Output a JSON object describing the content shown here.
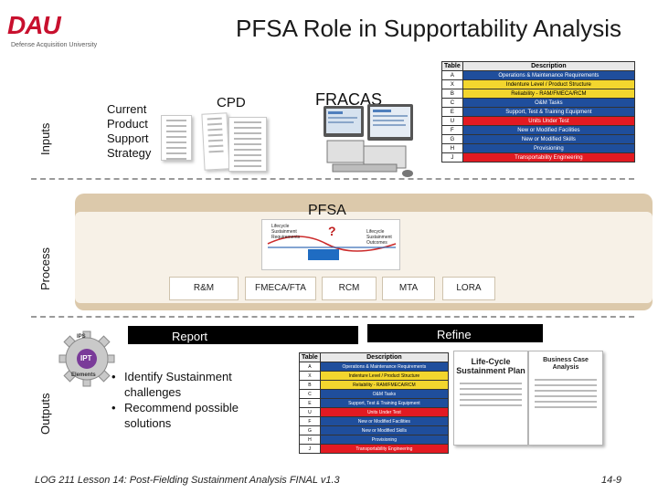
{
  "logo": {
    "mark": "DAU",
    "subtitle": "Defense Acquisition University"
  },
  "title": "PFSA Role in Supportability Analysis",
  "side_labels": {
    "inputs": "Inputs",
    "process": "Process",
    "outputs": "Outputs"
  },
  "inputs": {
    "current_product_support_strategy": [
      "Current",
      "Product",
      "Support",
      "Strategy"
    ],
    "cpd": "CPD",
    "fracas": "FRACAS"
  },
  "requirements_table": {
    "headers": [
      "Table",
      "Description"
    ],
    "rows": [
      {
        "key": "A",
        "desc": "Operations & Maintenance Requirements",
        "style": "b"
      },
      {
        "key": "X",
        "desc": "Indenture Level / Product Structure",
        "style": "r"
      },
      {
        "key": "B",
        "desc": "Reliability - RAM/FMECA/RCM",
        "style": "r"
      },
      {
        "key": "C",
        "desc": "O&M Tasks",
        "style": "b"
      },
      {
        "key": "E",
        "desc": "Support, Test & Training Equipment",
        "style": "b"
      },
      {
        "key": "U",
        "desc": "Units Under Test",
        "style": "s"
      },
      {
        "key": "F",
        "desc": "New or Modified Facilities",
        "style": "b"
      },
      {
        "key": "G",
        "desc": "New or Modified Skills",
        "style": "b"
      },
      {
        "key": "H",
        "desc": "Provisioning",
        "style": "b"
      },
      {
        "key": "J",
        "desc": "Transportability Engineering",
        "style": "s"
      }
    ]
  },
  "process": {
    "title": "PFSA",
    "diagram_labels": {
      "left": "Lifecycle Sustainment Requirements",
      "right": "Lifecycle Sustainment Outcomes",
      "center": "?"
    },
    "tools": [
      "R&M",
      "FMECA/FTA",
      "RCM",
      "MTA",
      "LORA"
    ]
  },
  "outputs": {
    "report_label": "Report",
    "refine_label": "Refine",
    "gear": {
      "top": "IPS",
      "middle": "IPT",
      "bottom": "Elements"
    },
    "bullets": [
      "Identify Sustainment challenges",
      "Recommend possible solutions"
    ],
    "lcsp_title": "Life-Cycle Sustainment Plan",
    "bca_title": "Business Case Analysis"
  },
  "footer": {
    "text": "LOG 211 Lesson 14: Post-Fielding Sustainment Analysis",
    "version": "FINAL v1.3",
    "page": "14-9"
  },
  "colors": {
    "band": "#dcc9ab",
    "brand_red": "#c8102e",
    "table_blue": "#1f4e9c",
    "table_yellow": "#f3d62e",
    "table_red": "#e21a22"
  }
}
